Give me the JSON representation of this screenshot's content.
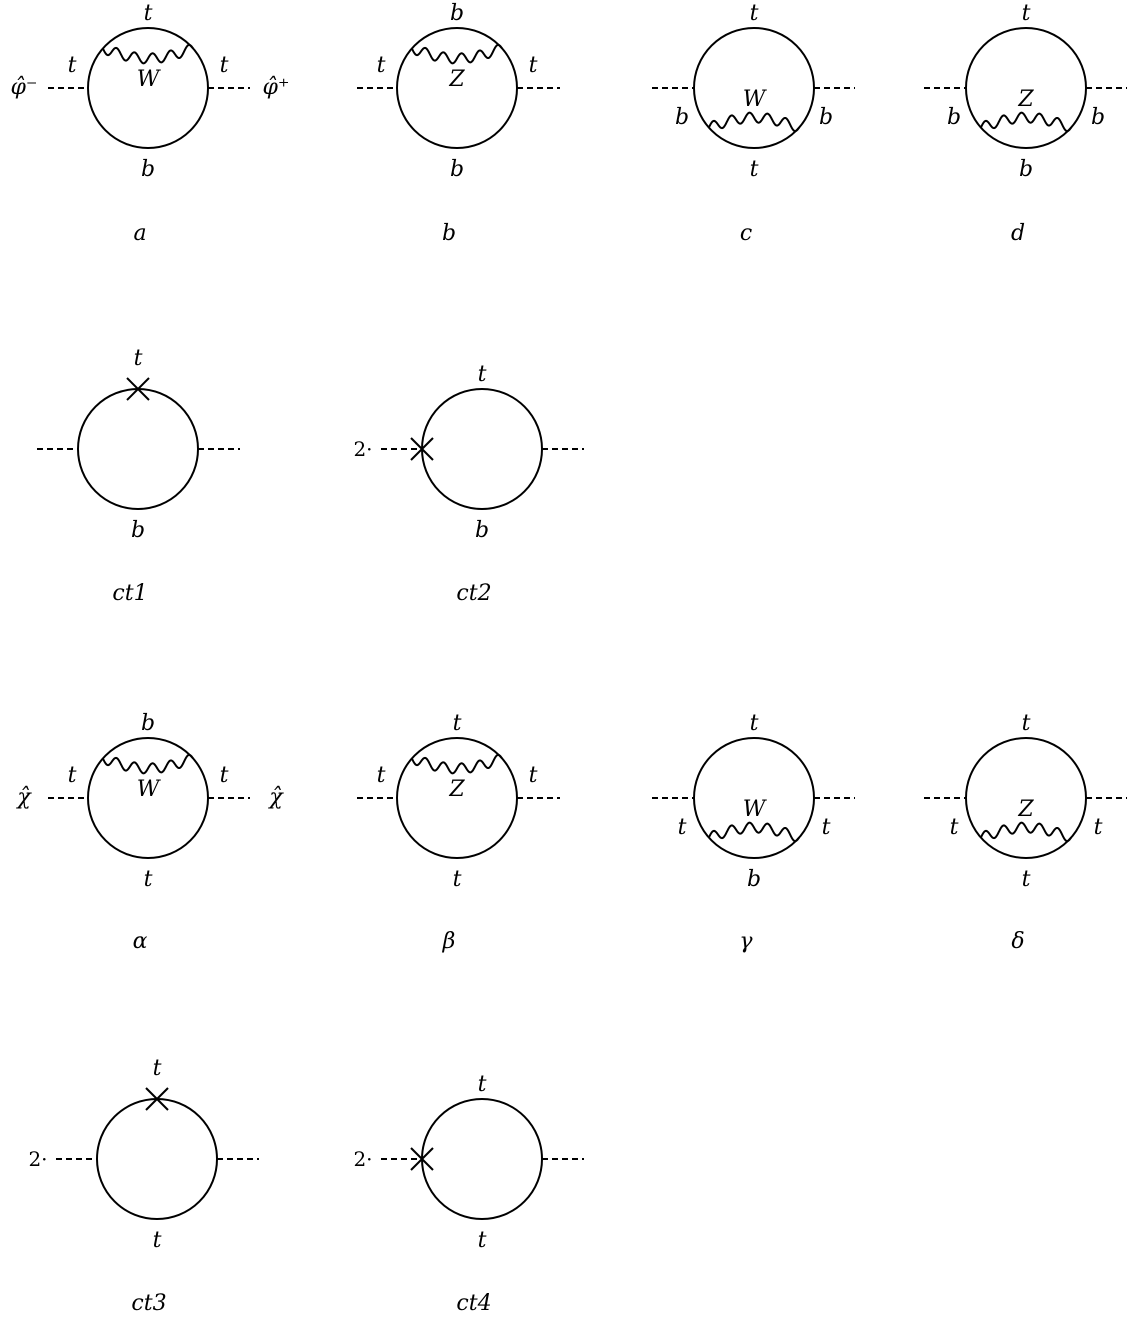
{
  "diagrams": [
    {
      "id": "a",
      "caption": "a",
      "top": "t",
      "bottom": "b",
      "left_lines": [
        "t"
      ],
      "right_lines": [
        "t"
      ],
      "boson": "W",
      "boson_side": "top",
      "ext_left": "φ̂⁻",
      "ext_right": "φ̂⁺"
    },
    {
      "id": "b",
      "caption": "b",
      "top": "b",
      "bottom": "b",
      "left_lines": [
        "t"
      ],
      "right_lines": [
        "t"
      ],
      "boson": "Z",
      "boson_side": "top"
    },
    {
      "id": "c",
      "caption": "c",
      "top": "t",
      "bottom": "t",
      "left_lines": [
        "b"
      ],
      "right_lines": [
        "b"
      ],
      "boson": "W",
      "boson_side": "bottom"
    },
    {
      "id": "d",
      "caption": "d",
      "top": "t",
      "bottom": "b",
      "left_lines": [
        "b"
      ],
      "right_lines": [
        "b"
      ],
      "boson": "Z",
      "boson_side": "bottom"
    },
    {
      "id": "ct1",
      "caption": "ct1",
      "top": "t",
      "bottom": "b",
      "cross": "top"
    },
    {
      "id": "ct2",
      "caption": "ct2",
      "top": "t",
      "bottom": "b",
      "cross": "left",
      "multiplier": "2·"
    },
    {
      "id": "alpha",
      "caption": "α",
      "top": "b",
      "bottom": "t",
      "left_lines": [
        "t"
      ],
      "right_lines": [
        "t"
      ],
      "boson": "W",
      "boson_side": "top",
      "ext_left": "χ̂",
      "ext_right": "χ̂"
    },
    {
      "id": "beta",
      "caption": "β",
      "top": "t",
      "bottom": "t",
      "left_lines": [
        "t"
      ],
      "right_lines": [
        "t"
      ],
      "boson": "Z",
      "boson_side": "top"
    },
    {
      "id": "gamma",
      "caption": "γ",
      "top": "t",
      "bottom": "b",
      "left_lines": [
        "t"
      ],
      "right_lines": [
        "t"
      ],
      "boson": "W",
      "boson_side": "bottom"
    },
    {
      "id": "delta",
      "caption": "δ",
      "top": "t",
      "bottom": "t",
      "left_lines": [
        "t"
      ],
      "right_lines": [
        "t"
      ],
      "boson": "Z",
      "boson_side": "bottom"
    },
    {
      "id": "ct3",
      "caption": "ct3",
      "top": "t",
      "bottom": "t",
      "cross": "top",
      "multiplier": "2·"
    },
    {
      "id": "ct4",
      "caption": "ct4",
      "top": "t",
      "bottom": "t",
      "cross": "left",
      "multiplier": "2·"
    }
  ]
}
